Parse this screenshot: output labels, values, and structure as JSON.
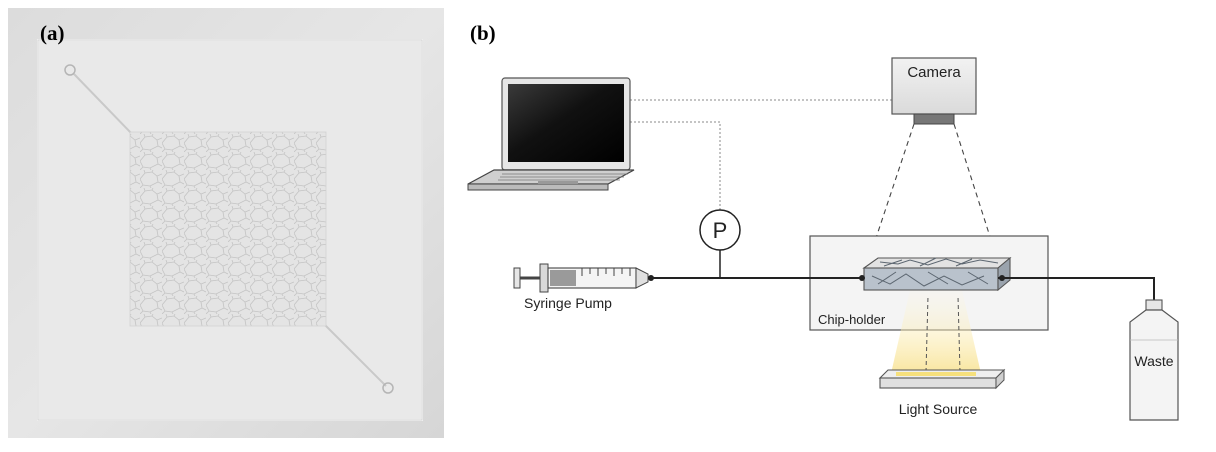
{
  "panels": {
    "a": {
      "label": "(a)"
    },
    "b": {
      "label": "(b)"
    }
  },
  "diagram": {
    "camera_label": "Camera",
    "pressure_label": "P",
    "syringe_label": "Syringe Pump",
    "chip_holder_label": "Chip-holder",
    "light_source_label": "Light Source",
    "waste_label": "Waste"
  },
  "icons": [
    "laptop-icon",
    "camera-icon",
    "syringe-pump-icon",
    "pressure-gauge-icon",
    "chip-icon",
    "light-source-icon",
    "waste-bottle-icon"
  ]
}
